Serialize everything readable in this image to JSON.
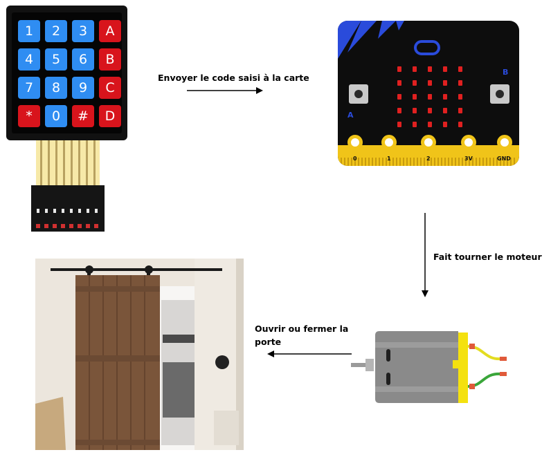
{
  "flow": {
    "label_keypad_to_board": "Envoyer le code saisi à la carte",
    "label_board_to_motor": "Fait tourner le moteur",
    "label_motor_to_door_line1": "Ouvrir ou fermer la",
    "label_motor_to_door_line2": "porte"
  },
  "keypad": {
    "keys": [
      {
        "label": "1",
        "color": "#2f8df2"
      },
      {
        "label": "2",
        "color": "#2f8df2"
      },
      {
        "label": "3",
        "color": "#2f8df2"
      },
      {
        "label": "A",
        "color": "#d8141c"
      },
      {
        "label": "4",
        "color": "#2f8df2"
      },
      {
        "label": "5",
        "color": "#2f8df2"
      },
      {
        "label": "6",
        "color": "#2f8df2"
      },
      {
        "label": "B",
        "color": "#d8141c"
      },
      {
        "label": "7",
        "color": "#2f8df2"
      },
      {
        "label": "8",
        "color": "#2f8df2"
      },
      {
        "label": "9",
        "color": "#2f8df2"
      },
      {
        "label": "C",
        "color": "#d8141c"
      },
      {
        "label": "*",
        "color": "#d8141c"
      },
      {
        "label": "0",
        "color": "#2f8df2"
      },
      {
        "label": "#",
        "color": "#d8141c"
      },
      {
        "label": "D",
        "color": "#d8141c"
      }
    ]
  },
  "microbit": {
    "pins": [
      "0",
      "1",
      "2",
      "3V",
      "GND"
    ],
    "button_a": "A",
    "button_b": "B"
  },
  "colors": {
    "keypad_blue": "#2f8df2",
    "keypad_red": "#d8141c",
    "board_black": "#0d0d0d",
    "edge_gold": "#f0c419",
    "led_red": "#e02020",
    "logo_blue": "#2a4bdb",
    "motor_grey": "#8a8a8a",
    "motor_yellow": "#f4e10f",
    "wire_yellow": "#e3dc21",
    "wire_green": "#3aa63a",
    "door_wood": "#7a553a"
  }
}
